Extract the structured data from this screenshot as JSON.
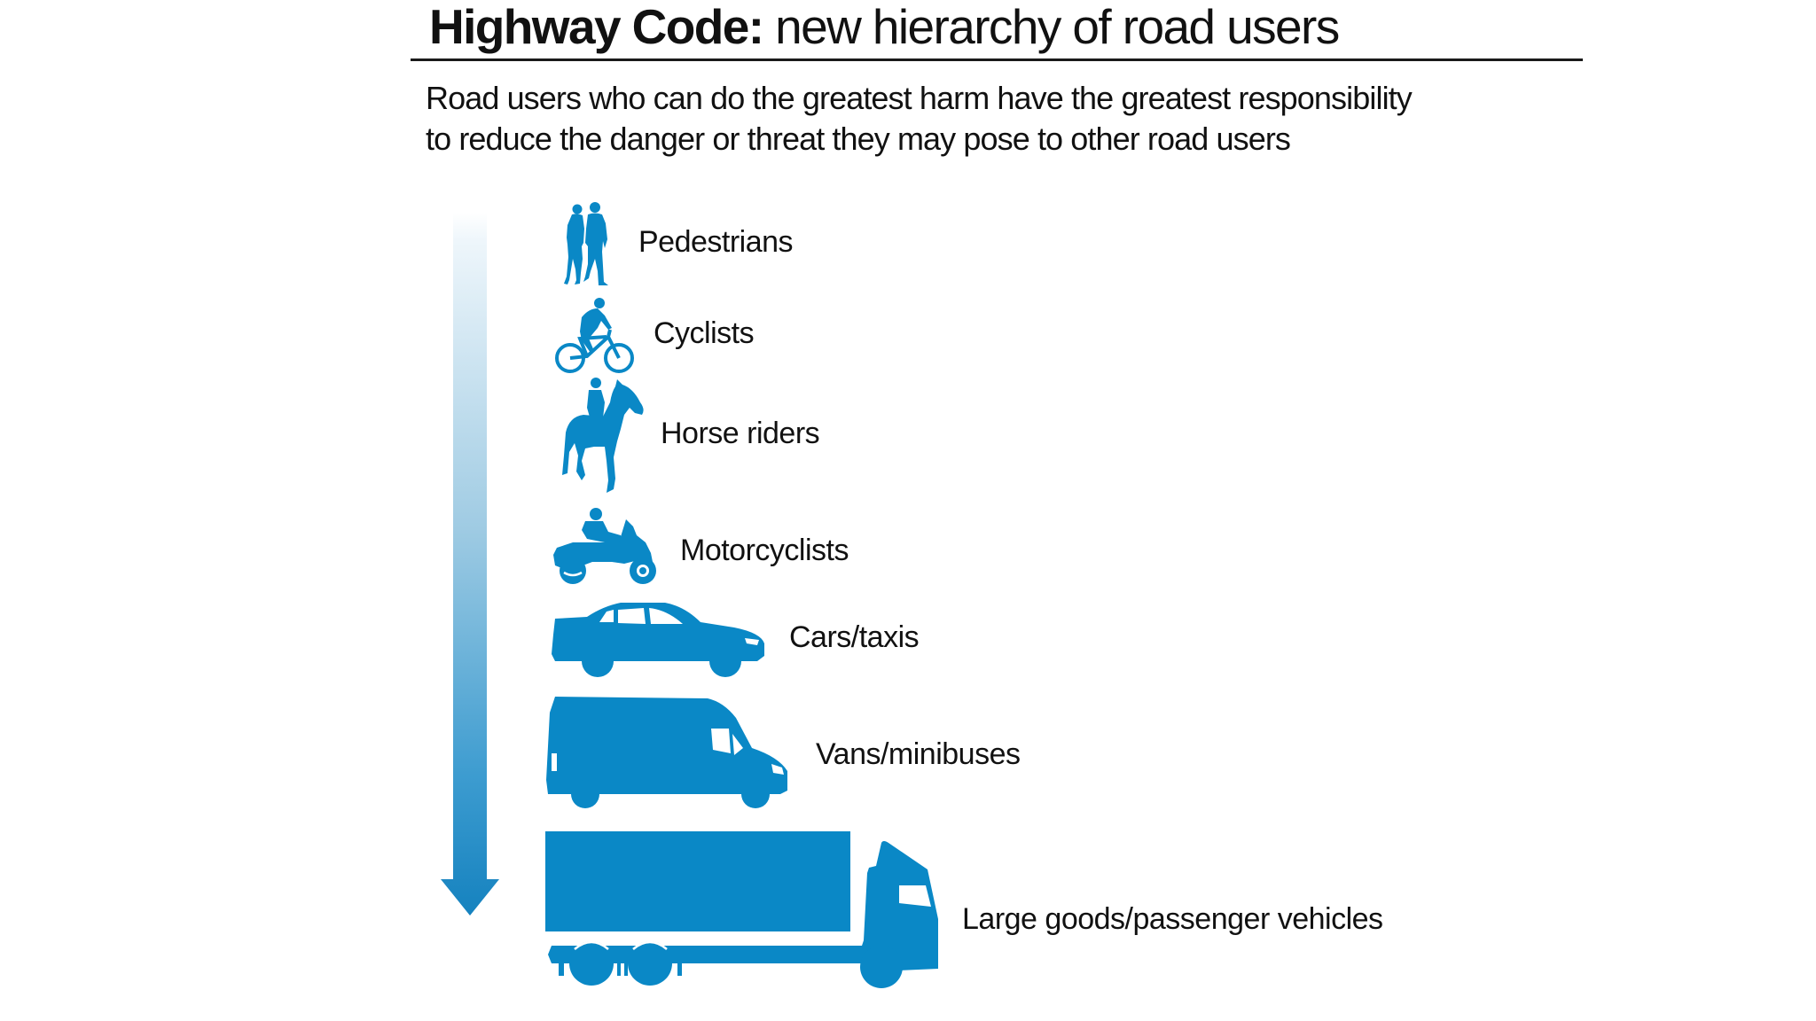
{
  "header": {
    "title_bold": "Highway Code:",
    "title_rest": " new hierarchy of road users",
    "subtitle_line1": "Road users who can do the greatest harm have the greatest responsibility",
    "subtitle_line2": "to reduce the danger or threat they may pose to other road users"
  },
  "colors": {
    "icon_blue": "#0a88c6",
    "arrow_top": "#f2f8fc",
    "arrow_bottom": "#1582bf",
    "text": "#111111",
    "rule": "#1a1a1a"
  },
  "arrow": {
    "direction": "down",
    "meaning": "increasing responsibility"
  },
  "hierarchy": [
    {
      "rank": 1,
      "label": "Pedestrians",
      "icon": "pedestrians-icon"
    },
    {
      "rank": 2,
      "label": "Cyclists",
      "icon": "cyclist-icon"
    },
    {
      "rank": 3,
      "label": "Horse riders",
      "icon": "horse-rider-icon"
    },
    {
      "rank": 4,
      "label": "Motorcyclists",
      "icon": "motorcyclist-icon"
    },
    {
      "rank": 5,
      "label": "Cars/taxis",
      "icon": "car-icon"
    },
    {
      "rank": 6,
      "label": "Vans/minibuses",
      "icon": "van-icon"
    },
    {
      "rank": 7,
      "label": "Large goods/passenger vehicles",
      "icon": "truck-icon"
    }
  ]
}
